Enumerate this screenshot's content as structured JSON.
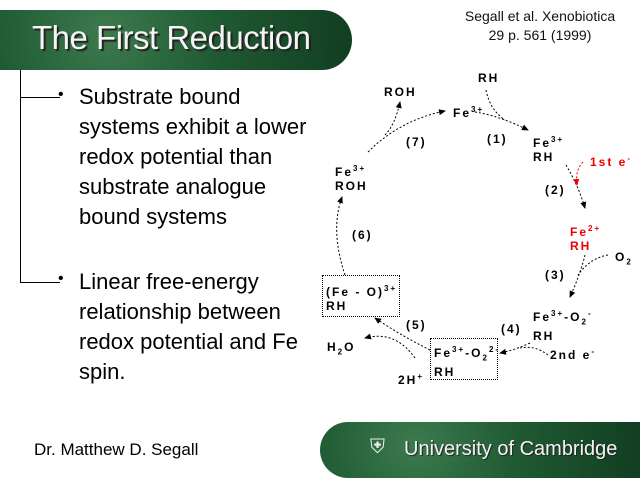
{
  "title": "The First Reduction",
  "citation": {
    "line1": "Segall et al. Xenobiotica",
    "line2": "29 p. 561 (1999)"
  },
  "bullets": [
    "Substrate bound systems exhibit a lower redox potential than substrate analogue bound systems",
    "Linear free-energy relationship between redox potential and Fe spin."
  ],
  "author": "Dr. Matthew D. Segall",
  "university": "University of Cambridge",
  "diagram": {
    "rh_in": "RH",
    "fe3": "Fe",
    "fe3_sup": "3+",
    "step1": "(1)",
    "step2": "(2)",
    "step3": "(3)",
    "step4": "(4)",
    "step5": "(5)",
    "step6": "(6)",
    "step7": "(7)",
    "fe3rh": "Fe",
    "fe3rh_sup": "3+",
    "fe3rh_rh": "RH",
    "first_e": "1st e",
    "first_e_sup": "-",
    "fe2": "Fe",
    "fe2_sup": "2+",
    "fe2_rh": "RH",
    "o2": "O",
    "o2_sub": "2",
    "fe3o2": "Fe",
    "fe3o2_sup": "3+",
    "fe3o2_o": "-O",
    "fe3o2_sub": "2",
    "fe3o2_charge": "-",
    "fe3o2_rh": "RH",
    "second_e": "2nd e",
    "second_e_sup": "-",
    "fe3o22": "Fe",
    "fe3o22_sup": "3+",
    "fe3o22_o": "-O",
    "fe3o22_sub": "2",
    "fe3o22_charge": "2-",
    "fe3o22_rh": "RH",
    "h2o": "H",
    "h2o_sub": "2",
    "h2o_o": "O",
    "protons": "2H",
    "protons_sup": "+",
    "feo": "(Fe - O)",
    "feo_sup": "3+",
    "feo_rh": "RH",
    "fe3roh": "Fe",
    "fe3roh_sup": "3+",
    "fe3roh_roh": "ROH",
    "roh_out": "ROH"
  },
  "colors": {
    "banner": "#1f5a32",
    "electron": "#e00000"
  }
}
